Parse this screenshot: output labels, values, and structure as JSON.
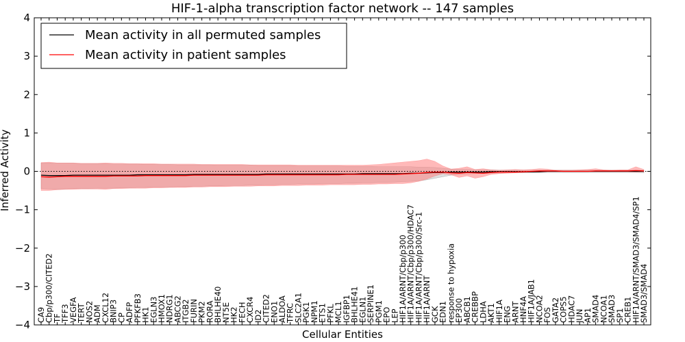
{
  "chart_data": {
    "type": "area",
    "title": "HIF-1-alpha transcription factor network -- 147 samples",
    "xlabel": "Cellular Entities",
    "ylabel": "Inferred Activity",
    "ylim": [
      -4,
      4
    ],
    "yticks": [
      -4,
      -3,
      -2,
      -1,
      0,
      1,
      2,
      3,
      4
    ],
    "ytick_labels": [
      "−4",
      "−3",
      "−2",
      "−1",
      "0",
      "1",
      "2",
      "3",
      "4"
    ],
    "grid": false,
    "legend_position": "top-left",
    "reference_line": 0,
    "categories": [
      "CA9",
      "Cbp/p300/CITED2",
      "TF",
      "TFF3",
      "VEGFA",
      "TERT",
      "NOS2",
      "ADM",
      "CXCL12",
      "BNIP3",
      "CP",
      "ADFP",
      "PFKFB3",
      "HK1",
      "EGLN3",
      "HMOX1",
      "NDRG1",
      "ABCG2",
      "ITGB2",
      "FURIN",
      "PKM2",
      "RORA",
      "BHLHE40",
      "NT5E",
      "HK2",
      "FECH",
      "CXCR4",
      "ID2",
      "CITED2",
      "ENO1",
      "ALDOA",
      "TFRC",
      "SLC2A1",
      "PGK1",
      "NPM1",
      "ETS1",
      "PFKL",
      "MCL1",
      "IGFBP1",
      "BHLHE41",
      "EGLN1",
      "SERPINE1",
      "PGM1",
      "EPO",
      "LEP",
      "HIF1A/ARNT/Cbp/p300",
      "HIF1A/ARNT/Cbp/p300/HDAC7",
      "HIF1A/ARNT/Cbp/p300/Src-1",
      "HIF1A/ARNT",
      "GCK",
      "EDN1",
      "response to hypoxia",
      "EP300",
      "ABCB1",
      "CREBBP",
      "LDHA",
      "AKT1",
      "HIF1A",
      "ENG",
      "ARNT",
      "HNF4A",
      "HIF1A/JAB1",
      "NCOA2",
      "FOS",
      "GATA2",
      "COPS5",
      "HDAC7",
      "JUN",
      "AP1",
      "SMAD4",
      "NCOA1",
      "SMAD3",
      "SP1",
      "CREB1",
      "HIF1A/ARNT/SMAD3/SMAD4/SP1",
      "SMAD3/SMAD4"
    ],
    "series": [
      {
        "name": "Mean activity in all permuted samples",
        "color": "#000000",
        "values": [
          -0.1,
          -0.11,
          -0.11,
          -0.11,
          -0.1,
          -0.1,
          -0.1,
          -0.1,
          -0.1,
          -0.1,
          -0.1,
          -0.1,
          -0.09,
          -0.09,
          -0.09,
          -0.09,
          -0.09,
          -0.09,
          -0.09,
          -0.08,
          -0.08,
          -0.08,
          -0.08,
          -0.08,
          -0.08,
          -0.08,
          -0.08,
          -0.08,
          -0.07,
          -0.07,
          -0.07,
          -0.07,
          -0.07,
          -0.07,
          -0.07,
          -0.07,
          -0.07,
          -0.07,
          -0.07,
          -0.07,
          -0.06,
          -0.06,
          -0.06,
          -0.06,
          -0.06,
          -0.06,
          -0.05,
          -0.05,
          -0.04,
          -0.03,
          -0.03,
          -0.02,
          -0.02,
          -0.02,
          -0.02,
          -0.02,
          -0.01,
          -0.01,
          -0.01,
          -0.01,
          -0.01,
          -0.01,
          -0.01,
          0.0,
          0.0,
          0.0,
          0.0,
          0.0,
          0.0,
          0.0,
          0.0,
          0.0,
          0.0,
          0.0,
          0.0,
          0.0
        ],
        "lower": [
          -0.45,
          -0.46,
          -0.47,
          -0.46,
          -0.45,
          -0.45,
          -0.45,
          -0.44,
          -0.44,
          -0.44,
          -0.43,
          -0.43,
          -0.42,
          -0.42,
          -0.41,
          -0.41,
          -0.41,
          -0.4,
          -0.4,
          -0.39,
          -0.39,
          -0.38,
          -0.38,
          -0.37,
          -0.37,
          -0.37,
          -0.36,
          -0.36,
          -0.35,
          -0.35,
          -0.34,
          -0.34,
          -0.33,
          -0.33,
          -0.33,
          -0.32,
          -0.32,
          -0.32,
          -0.31,
          -0.31,
          -0.3,
          -0.3,
          -0.29,
          -0.29,
          -0.28,
          -0.27,
          -0.26,
          -0.25,
          -0.22,
          -0.18,
          -0.14,
          -0.1,
          -0.08,
          -0.07,
          -0.06,
          -0.06,
          -0.05,
          -0.05,
          -0.04,
          -0.04,
          -0.04,
          -0.04,
          -0.03,
          -0.03,
          -0.03,
          -0.03,
          -0.03,
          -0.03,
          -0.03,
          -0.03,
          -0.03,
          -0.03,
          -0.03,
          -0.03,
          -0.03,
          -0.04
        ],
        "upper": [
          0.22,
          0.22,
          0.21,
          0.21,
          0.21,
          0.2,
          0.2,
          0.2,
          0.2,
          0.19,
          0.19,
          0.19,
          0.19,
          0.18,
          0.18,
          0.18,
          0.18,
          0.17,
          0.17,
          0.17,
          0.17,
          0.17,
          0.16,
          0.16,
          0.16,
          0.16,
          0.16,
          0.15,
          0.15,
          0.15,
          0.15,
          0.15,
          0.14,
          0.14,
          0.14,
          0.14,
          0.14,
          0.14,
          0.13,
          0.13,
          0.13,
          0.13,
          0.12,
          0.12,
          0.12,
          0.12,
          0.12,
          0.11,
          0.11,
          0.1,
          0.08,
          0.06,
          0.05,
          0.05,
          0.04,
          0.04,
          0.04,
          0.03,
          0.03,
          0.03,
          0.03,
          0.03,
          0.03,
          0.03,
          0.03,
          0.03,
          0.03,
          0.03,
          0.03,
          0.03,
          0.03,
          0.03,
          0.03,
          0.03,
          0.03,
          0.03
        ]
      },
      {
        "name": "Mean activity in patient samples",
        "color": "#ff0000",
        "values": [
          -0.14,
          -0.15,
          -0.14,
          -0.13,
          -0.13,
          -0.13,
          -0.13,
          -0.13,
          -0.13,
          -0.12,
          -0.12,
          -0.12,
          -0.12,
          -0.11,
          -0.11,
          -0.11,
          -0.11,
          -0.11,
          -0.11,
          -0.1,
          -0.1,
          -0.1,
          -0.1,
          -0.1,
          -0.1,
          -0.1,
          -0.1,
          -0.1,
          -0.09,
          -0.09,
          -0.09,
          -0.09,
          -0.09,
          -0.09,
          -0.09,
          -0.09,
          -0.09,
          -0.09,
          -0.08,
          -0.08,
          -0.08,
          -0.08,
          -0.08,
          -0.08,
          -0.08,
          -0.07,
          -0.06,
          -0.05,
          -0.03,
          -0.02,
          -0.02,
          -0.04,
          -0.05,
          -0.03,
          -0.04,
          -0.05,
          -0.03,
          -0.02,
          -0.02,
          -0.02,
          -0.01,
          0.0,
          0.01,
          0.01,
          0.01,
          0.0,
          0.0,
          0.0,
          0.0,
          0.01,
          0.01,
          0.01,
          0.01,
          0.01,
          0.02,
          0.01
        ],
        "lower": [
          -0.5,
          -0.5,
          -0.48,
          -0.47,
          -0.47,
          -0.46,
          -0.46,
          -0.46,
          -0.47,
          -0.45,
          -0.45,
          -0.44,
          -0.44,
          -0.44,
          -0.43,
          -0.43,
          -0.42,
          -0.42,
          -0.42,
          -0.41,
          -0.41,
          -0.4,
          -0.4,
          -0.4,
          -0.39,
          -0.39,
          -0.39,
          -0.38,
          -0.38,
          -0.38,
          -0.37,
          -0.37,
          -0.37,
          -0.36,
          -0.36,
          -0.36,
          -0.35,
          -0.35,
          -0.35,
          -0.35,
          -0.34,
          -0.34,
          -0.33,
          -0.33,
          -0.32,
          -0.32,
          -0.3,
          -0.26,
          -0.2,
          -0.12,
          -0.06,
          -0.09,
          -0.16,
          -0.12,
          -0.18,
          -0.14,
          -0.08,
          -0.06,
          -0.05,
          -0.04,
          -0.03,
          -0.02,
          -0.02,
          -0.01,
          -0.01,
          -0.01,
          -0.01,
          -0.01,
          -0.01,
          -0.01,
          -0.01,
          -0.01,
          -0.01,
          -0.01,
          -0.02,
          -0.01
        ],
        "upper": [
          0.23,
          0.24,
          0.22,
          0.22,
          0.22,
          0.21,
          0.21,
          0.21,
          0.22,
          0.21,
          0.21,
          0.2,
          0.2,
          0.2,
          0.2,
          0.19,
          0.19,
          0.19,
          0.19,
          0.19,
          0.18,
          0.18,
          0.18,
          0.18,
          0.18,
          0.18,
          0.17,
          0.17,
          0.17,
          0.17,
          0.17,
          0.17,
          0.16,
          0.16,
          0.16,
          0.16,
          0.16,
          0.16,
          0.16,
          0.16,
          0.16,
          0.17,
          0.18,
          0.2,
          0.22,
          0.24,
          0.26,
          0.28,
          0.32,
          0.26,
          0.14,
          0.06,
          0.08,
          0.12,
          0.05,
          0.07,
          0.04,
          0.03,
          0.04,
          0.05,
          0.04,
          0.05,
          0.07,
          0.06,
          0.03,
          0.03,
          0.03,
          0.04,
          0.05,
          0.07,
          0.04,
          0.03,
          0.04,
          0.04,
          0.12,
          0.05
        ]
      }
    ]
  }
}
